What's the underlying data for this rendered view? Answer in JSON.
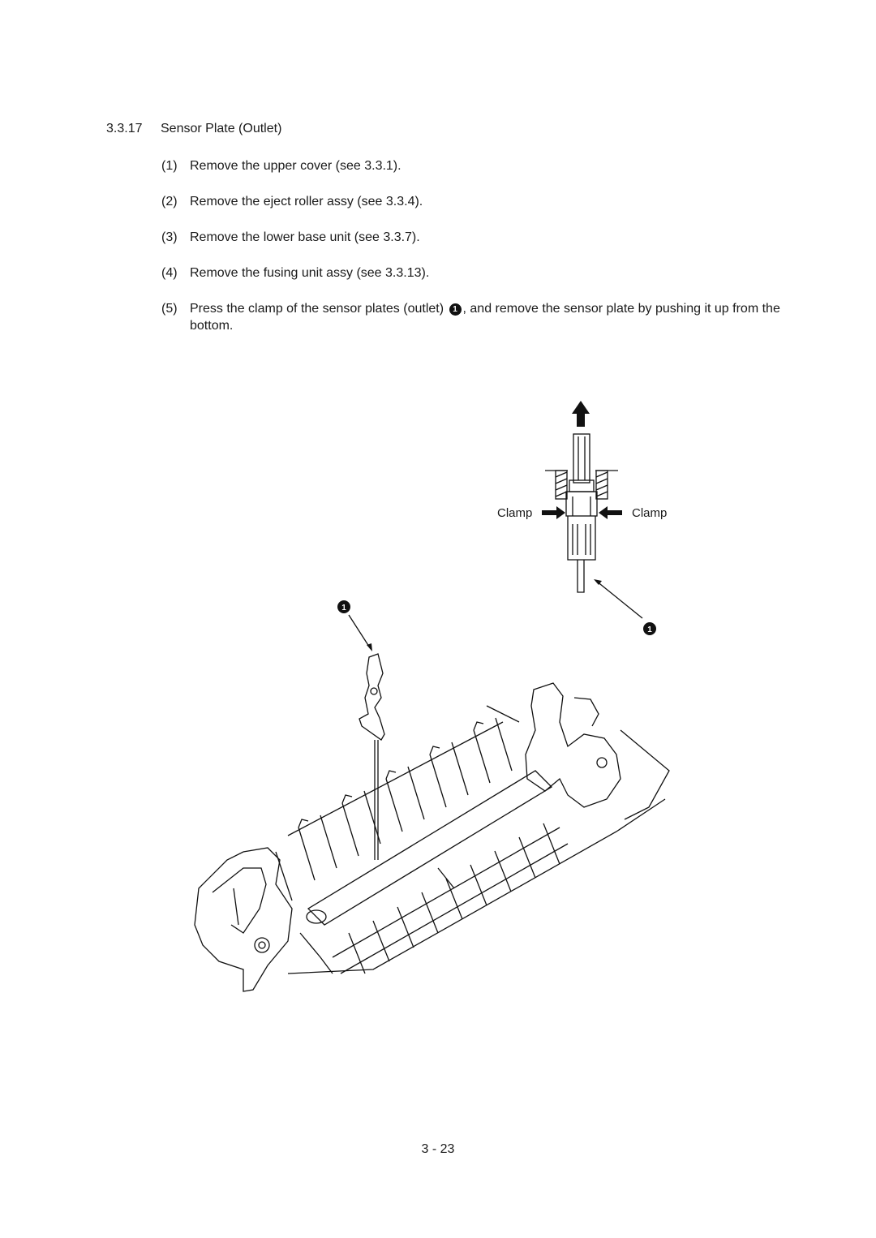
{
  "section": {
    "number": "3.3.17",
    "title": "Sensor Plate (Outlet)"
  },
  "steps": [
    {
      "num": "(1)",
      "text": "Remove the upper cover (see 3.3.1)."
    },
    {
      "num": "(2)",
      "text": "Remove the eject roller assy (see 3.3.4)."
    },
    {
      "num": "(3)",
      "text": "Remove the lower base unit (see 3.3.7)."
    },
    {
      "num": "(4)",
      "text": "Remove the fusing unit assy (see 3.3.13)."
    },
    {
      "num": "(5)",
      "text_before": "Press the clamp of the sensor plates (outlet)",
      "callout": "1",
      "text_after": ", and remove the sensor plate by pushing it up from the bottom."
    }
  ],
  "figure": {
    "label_clamp_left": "Clamp",
    "label_clamp_right": "Clamp",
    "callout_top_left": "1",
    "callout_right": "1"
  },
  "page_number": "3 - 23"
}
